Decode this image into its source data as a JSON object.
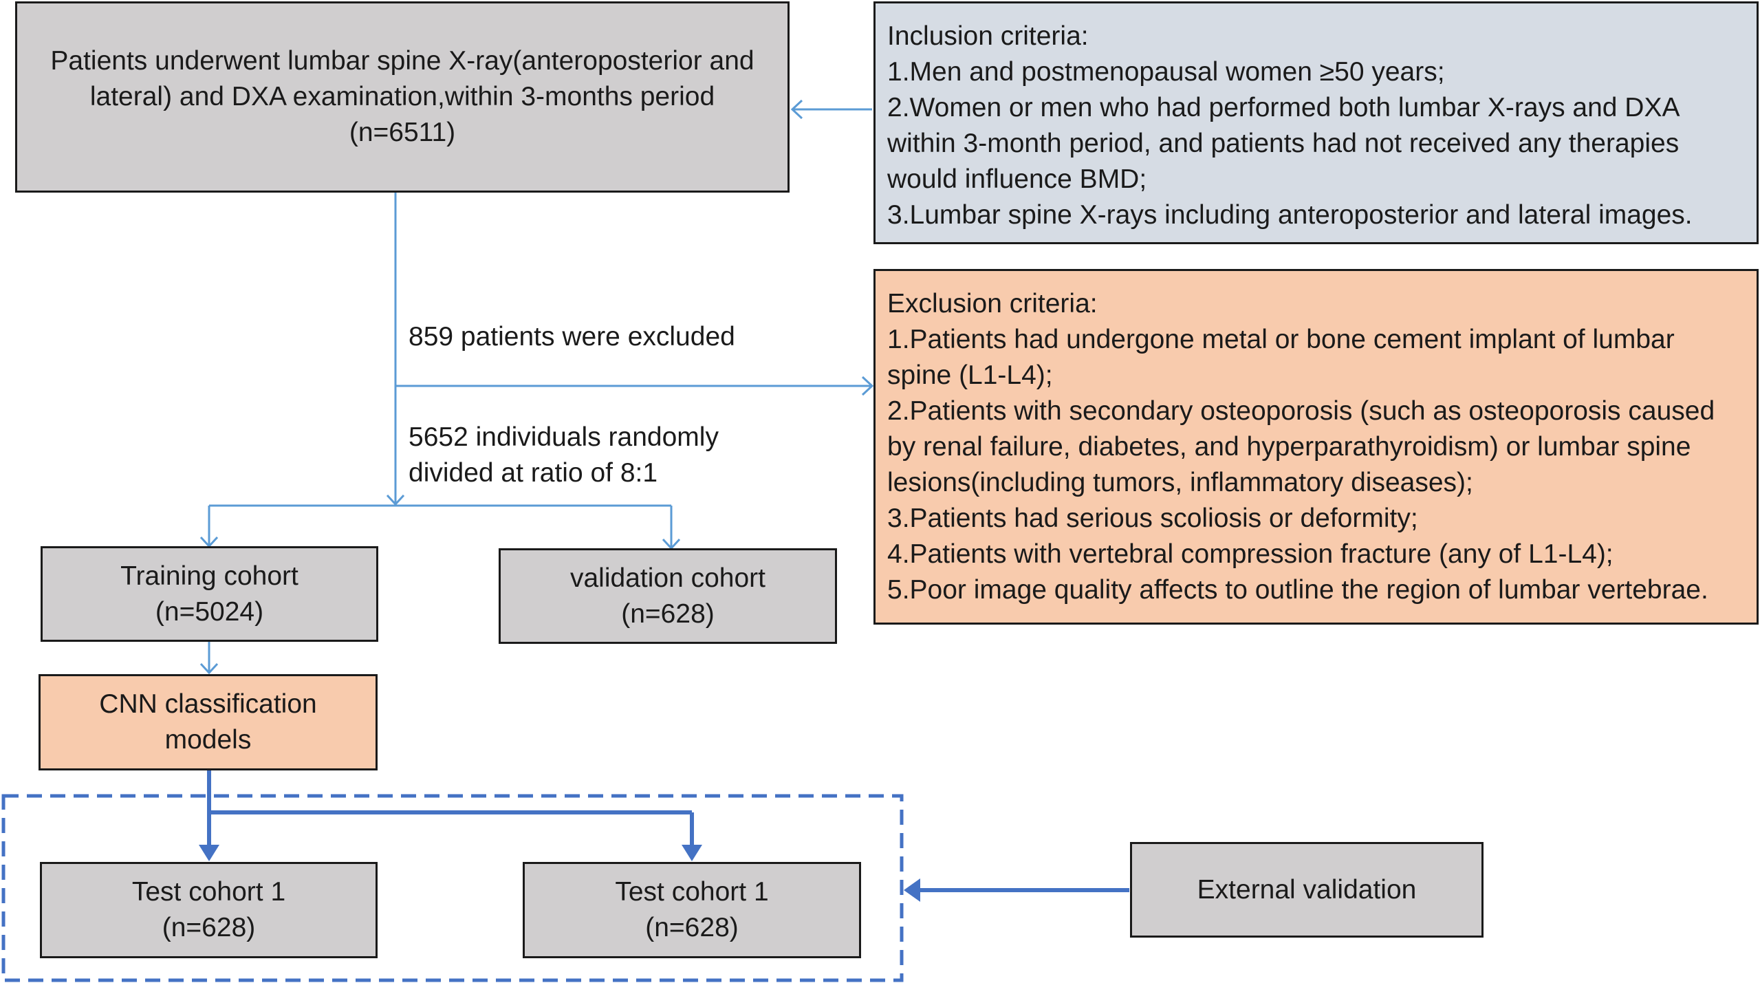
{
  "boxes": {
    "screened": [
      "Patients underwent lumbar spine X-ray(anteroposterior and",
      "lateral) and DXA examination,within 3-months period",
      "(n=6511)"
    ],
    "inclusion": [
      "Inclusion criteria:",
      "1.Men and postmenopausal women ≥50 years;",
      "2.Women or men who had performed both lumbar X-rays and DXA",
      "within 3-month period, and patients had not received any therapies",
      "would influence BMD;",
      "3.Lumbar spine X-rays including anteroposterior and lateral images."
    ],
    "exclusion": [
      "Exclusion criteria:",
      "1.Patients had undergone metal or bone cement implant of lumbar",
      "spine (L1-L4);",
      "2.Patients with secondary osteoporosis (such as osteoporosis caused",
      "by renal failure, diabetes, and hyperparathyroidism) or lumbar spine",
      "lesions(including tumors, inflammatory diseases);",
      "3.Patients had serious scoliosis or deformity;",
      "4.Patients with vertebral compression fracture (any of L1-L4);",
      "5.Poor image quality affects to outline the region of lumbar vertebrae."
    ],
    "training": [
      "Training cohort",
      "(n=5024)"
    ],
    "validation": [
      "validation cohort",
      "(n=628)"
    ],
    "cnn": [
      "CNN classification",
      "models"
    ],
    "test1": [
      "Test cohort 1",
      "(n=628)"
    ],
    "test2": [
      "Test cohort 1",
      "(n=628)"
    ],
    "external": [
      "External validation"
    ]
  },
  "labels": {
    "excluded": "859 patients were excluded",
    "randomized": [
      "5652 individuals randomly",
      "divided at ratio of 8:1"
    ]
  },
  "colors": {
    "gray_box": "#d0cecf",
    "inclusion_box": "#d6dce4",
    "exclusion_box": "#f8cbad",
    "thin_arrow": "#5b9bd5",
    "thick_arrow": "#4472c4",
    "dashed_frame": "#4472c4"
  }
}
